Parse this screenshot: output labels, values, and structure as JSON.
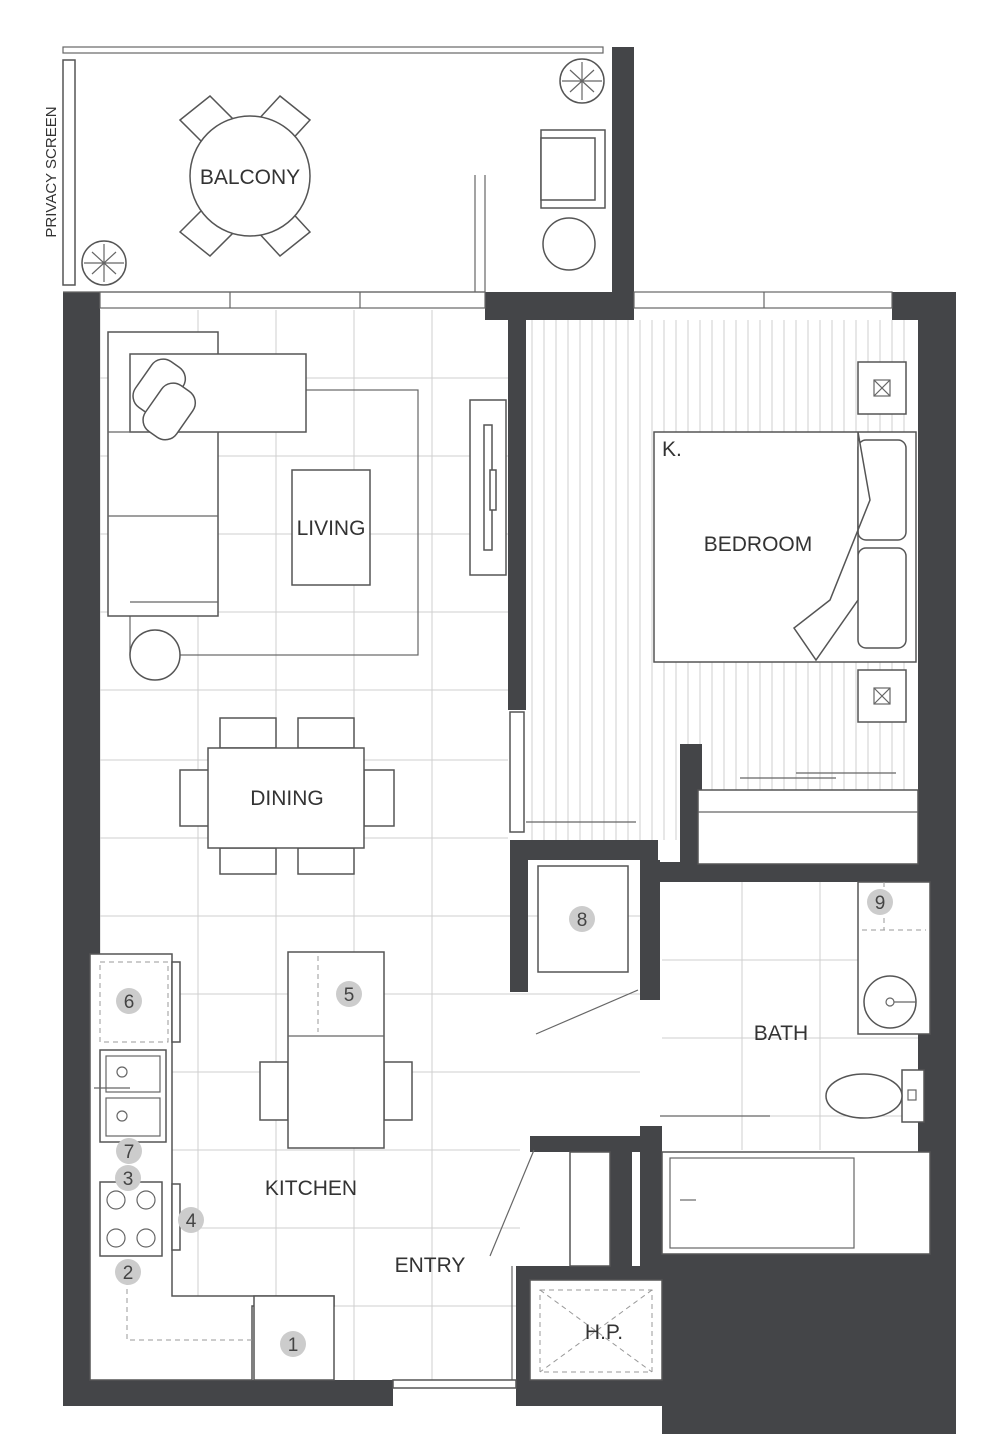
{
  "colors": {
    "wall": "#444548",
    "grid": "#cfcfcf",
    "line": "#555555",
    "badge": "#cccccc",
    "text": "#333333"
  },
  "rooms": {
    "balcony": "BALCONY",
    "privacy_screen": "PRIVACY SCREEN",
    "living": "LIVING",
    "bedroom": "BEDROOM",
    "bed_size": "K.",
    "dining": "DINING",
    "kitchen": "KITCHEN",
    "bath": "BATH",
    "entry": "ENTRY",
    "hp": "H.P."
  },
  "badges": [
    "1",
    "2",
    "3",
    "4",
    "5",
    "6",
    "7",
    "8",
    "9"
  ]
}
